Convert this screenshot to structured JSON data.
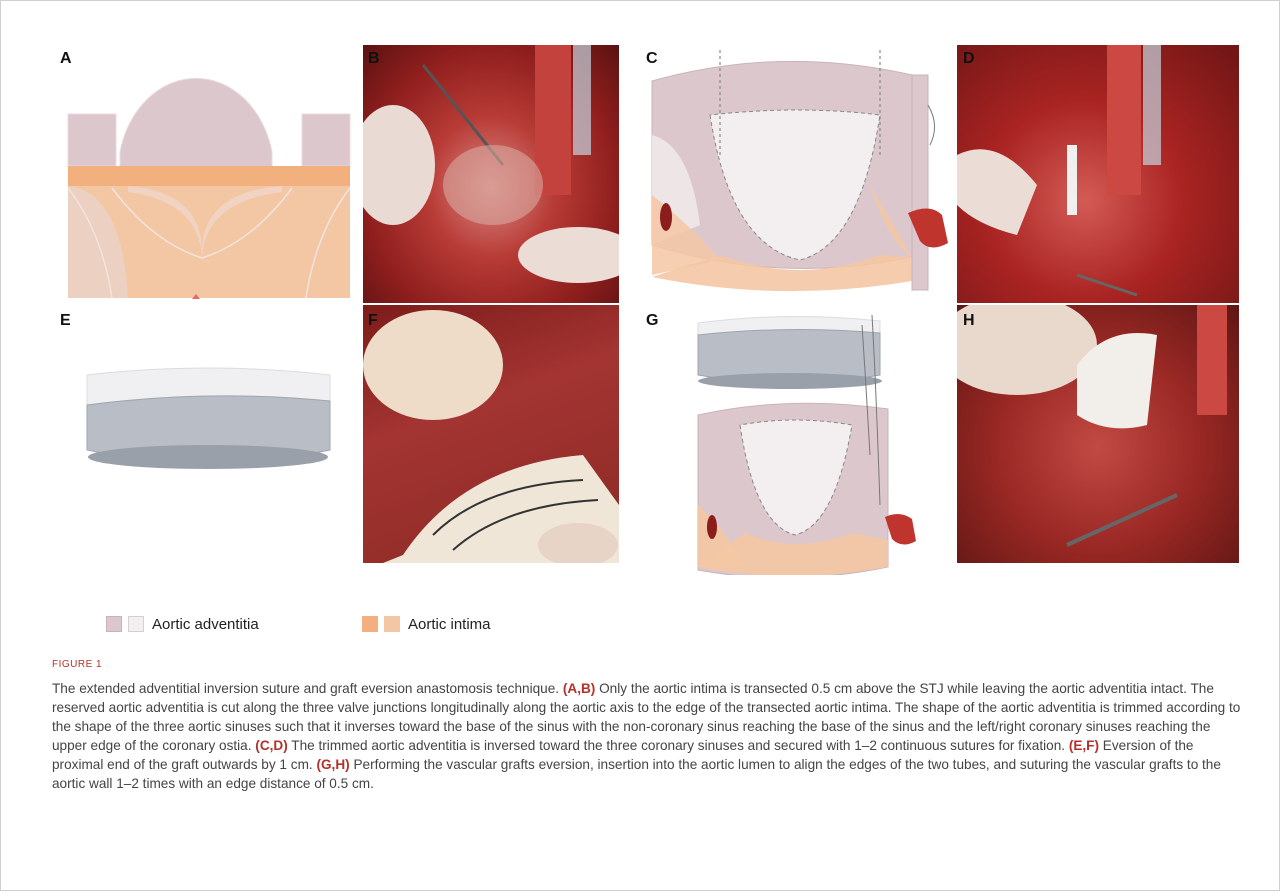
{
  "panels": [
    {
      "letter": "A"
    },
    {
      "letter": "B"
    },
    {
      "letter": "C"
    },
    {
      "letter": "D"
    },
    {
      "letter": "E"
    },
    {
      "letter": "F"
    },
    {
      "letter": "G"
    },
    {
      "letter": "H"
    }
  ],
  "legend": {
    "adventitia_label": "Aortic adventitia",
    "intima_label": "Aortic intima",
    "colors": {
      "adventitia_dark": "#dcc8cc",
      "adventitia_light": "#f3eef0",
      "intima_dark": "#f2b07e",
      "intima_light": "#f4c7a4"
    }
  },
  "figure_label": "FIGURE 1",
  "caption": {
    "intro": "The extended adventitial inversion suture and graft eversion anastomosis technique.",
    "ref_ab": "(A,B)",
    "text_ab": "Only the aortic intima is transected 0.5 cm above the STJ while leaving the aortic adventitia intact. The reserved aortic adventitia is cut along the three valve junctions longitudinally along the aortic axis to the edge of the transected aortic intima. The shape of the aortic adventitia is trimmed according to the shape of the three aortic sinuses such that it inverses toward the base of the sinus with the non-coronary sinus reaching the base of the sinus and the left/right coronary sinuses reaching the upper edge of the coronary ostia.",
    "ref_cd": "(C,D)",
    "text_cd": "The trimmed aortic adventitia is inversed toward the three coronary sinuses and secured with 1–2 continuous sutures for fixation.",
    "ref_ef": "(E,F)",
    "text_ef": "Eversion of the proximal end of the graft outwards by 1 cm.",
    "ref_gh": "(G,H)",
    "text_gh": "Performing the vascular grafts eversion, insertion into the aortic lumen to align the edges of the two tubes, and suturing the vascular grafts to the aortic wall 1–2 times with an edge distance of 0.5 cm."
  }
}
